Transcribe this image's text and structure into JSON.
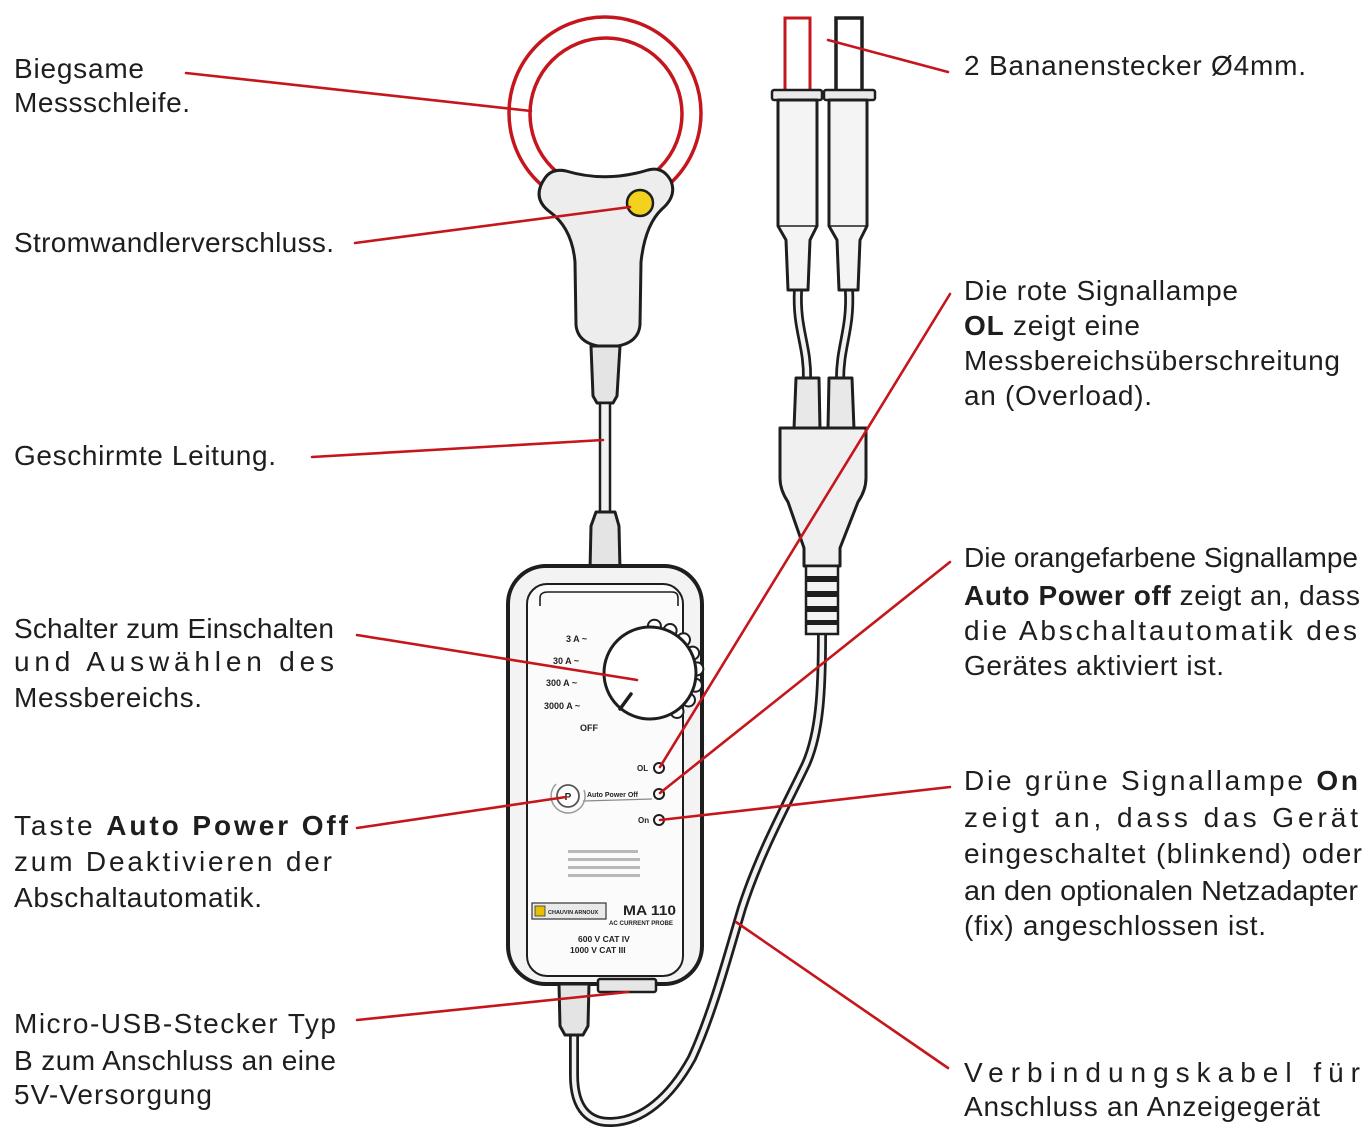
{
  "callouts": {
    "loop": {
      "lines": [
        "Biegsame",
        "Messschleife."
      ]
    },
    "lock": {
      "lines": [
        "Stromwandlerverschluss."
      ]
    },
    "shielded_cable": {
      "lines": [
        "Geschirmte Leitung."
      ]
    },
    "switch": {
      "lines": [
        "Schalter zum Einschalten",
        "und Auswählen des",
        "Messbereichs."
      ]
    },
    "apo_button": {
      "first_plain": "Taste ",
      "first_bold": "Auto Power Off",
      "lines": [
        "zum Deaktivieren der",
        "Abschaltautomatik."
      ]
    },
    "usb": {
      "lines": [
        "Micro-USB-Stecker Typ",
        "B zum Anschluss an eine",
        "5V-Versorgung"
      ]
    },
    "banana_plugs": {
      "lines": [
        "2 Bananenstecker Ø4mm."
      ]
    },
    "lamp_ol": {
      "first": "Die rote Signallampe",
      "second_bold": "OL",
      "second_plain": " zeigt eine",
      "lines": [
        "Messbereichsüberschreitung",
        "an (Overload)."
      ]
    },
    "lamp_apo": {
      "first": "Die orangefarbene Signallampe",
      "second_bold": "Auto Power off",
      "second_plain": " zeigt an, dass",
      "lines": [
        "die Abschaltautomatik des",
        "Gerätes aktiviert ist."
      ]
    },
    "lamp_on": {
      "first_plain": "Die grüne Signallampe ",
      "first_bold": "On",
      "lines": [
        "zeigt an, dass das Gerät",
        "eingeschaltet (blinkend) oder",
        "an den optionalen Netzadapter",
        "(fix) angeschlossen ist."
      ]
    },
    "connection_cable": {
      "lines": [
        "Verbindungskabel für",
        "Anschluss an Anzeigegerät"
      ]
    }
  },
  "device": {
    "ranges": [
      "3 A ~",
      "30 A ~",
      "300 A ~",
      "3000 A ~"
    ],
    "off": "OFF",
    "leds": [
      "OL",
      "Auto Power Off",
      "On"
    ],
    "button": "P",
    "brand": "CHAUVIN ARNOUX",
    "model": "MA 110",
    "subtitle": "AC CURRENT PROBE",
    "ratings": [
      "600 V CAT IV",
      "1000 V CAT III"
    ]
  },
  "colors": {
    "leader": "#c4161c",
    "loop": "#c4161c",
    "lock_button": "#f2d21c",
    "outline": "#1e1e1e",
    "body": "#f3f3f3"
  }
}
